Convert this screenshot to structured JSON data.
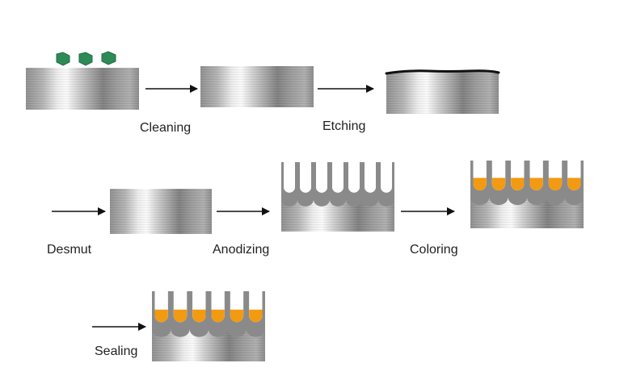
{
  "diagram": {
    "steps": [
      {
        "label": "Cleaning"
      },
      {
        "label": "Etching"
      },
      {
        "label": "Desmut"
      },
      {
        "label": "Anodizing"
      },
      {
        "label": "Coloring"
      },
      {
        "label": "Sealing"
      }
    ]
  },
  "colors": {
    "background": "#ffffff",
    "contaminant": "#2e8b57",
    "pore_wall": "#8a8a8a",
    "dye": "#f29a12",
    "arrow": "#111111",
    "text": "#222222"
  }
}
